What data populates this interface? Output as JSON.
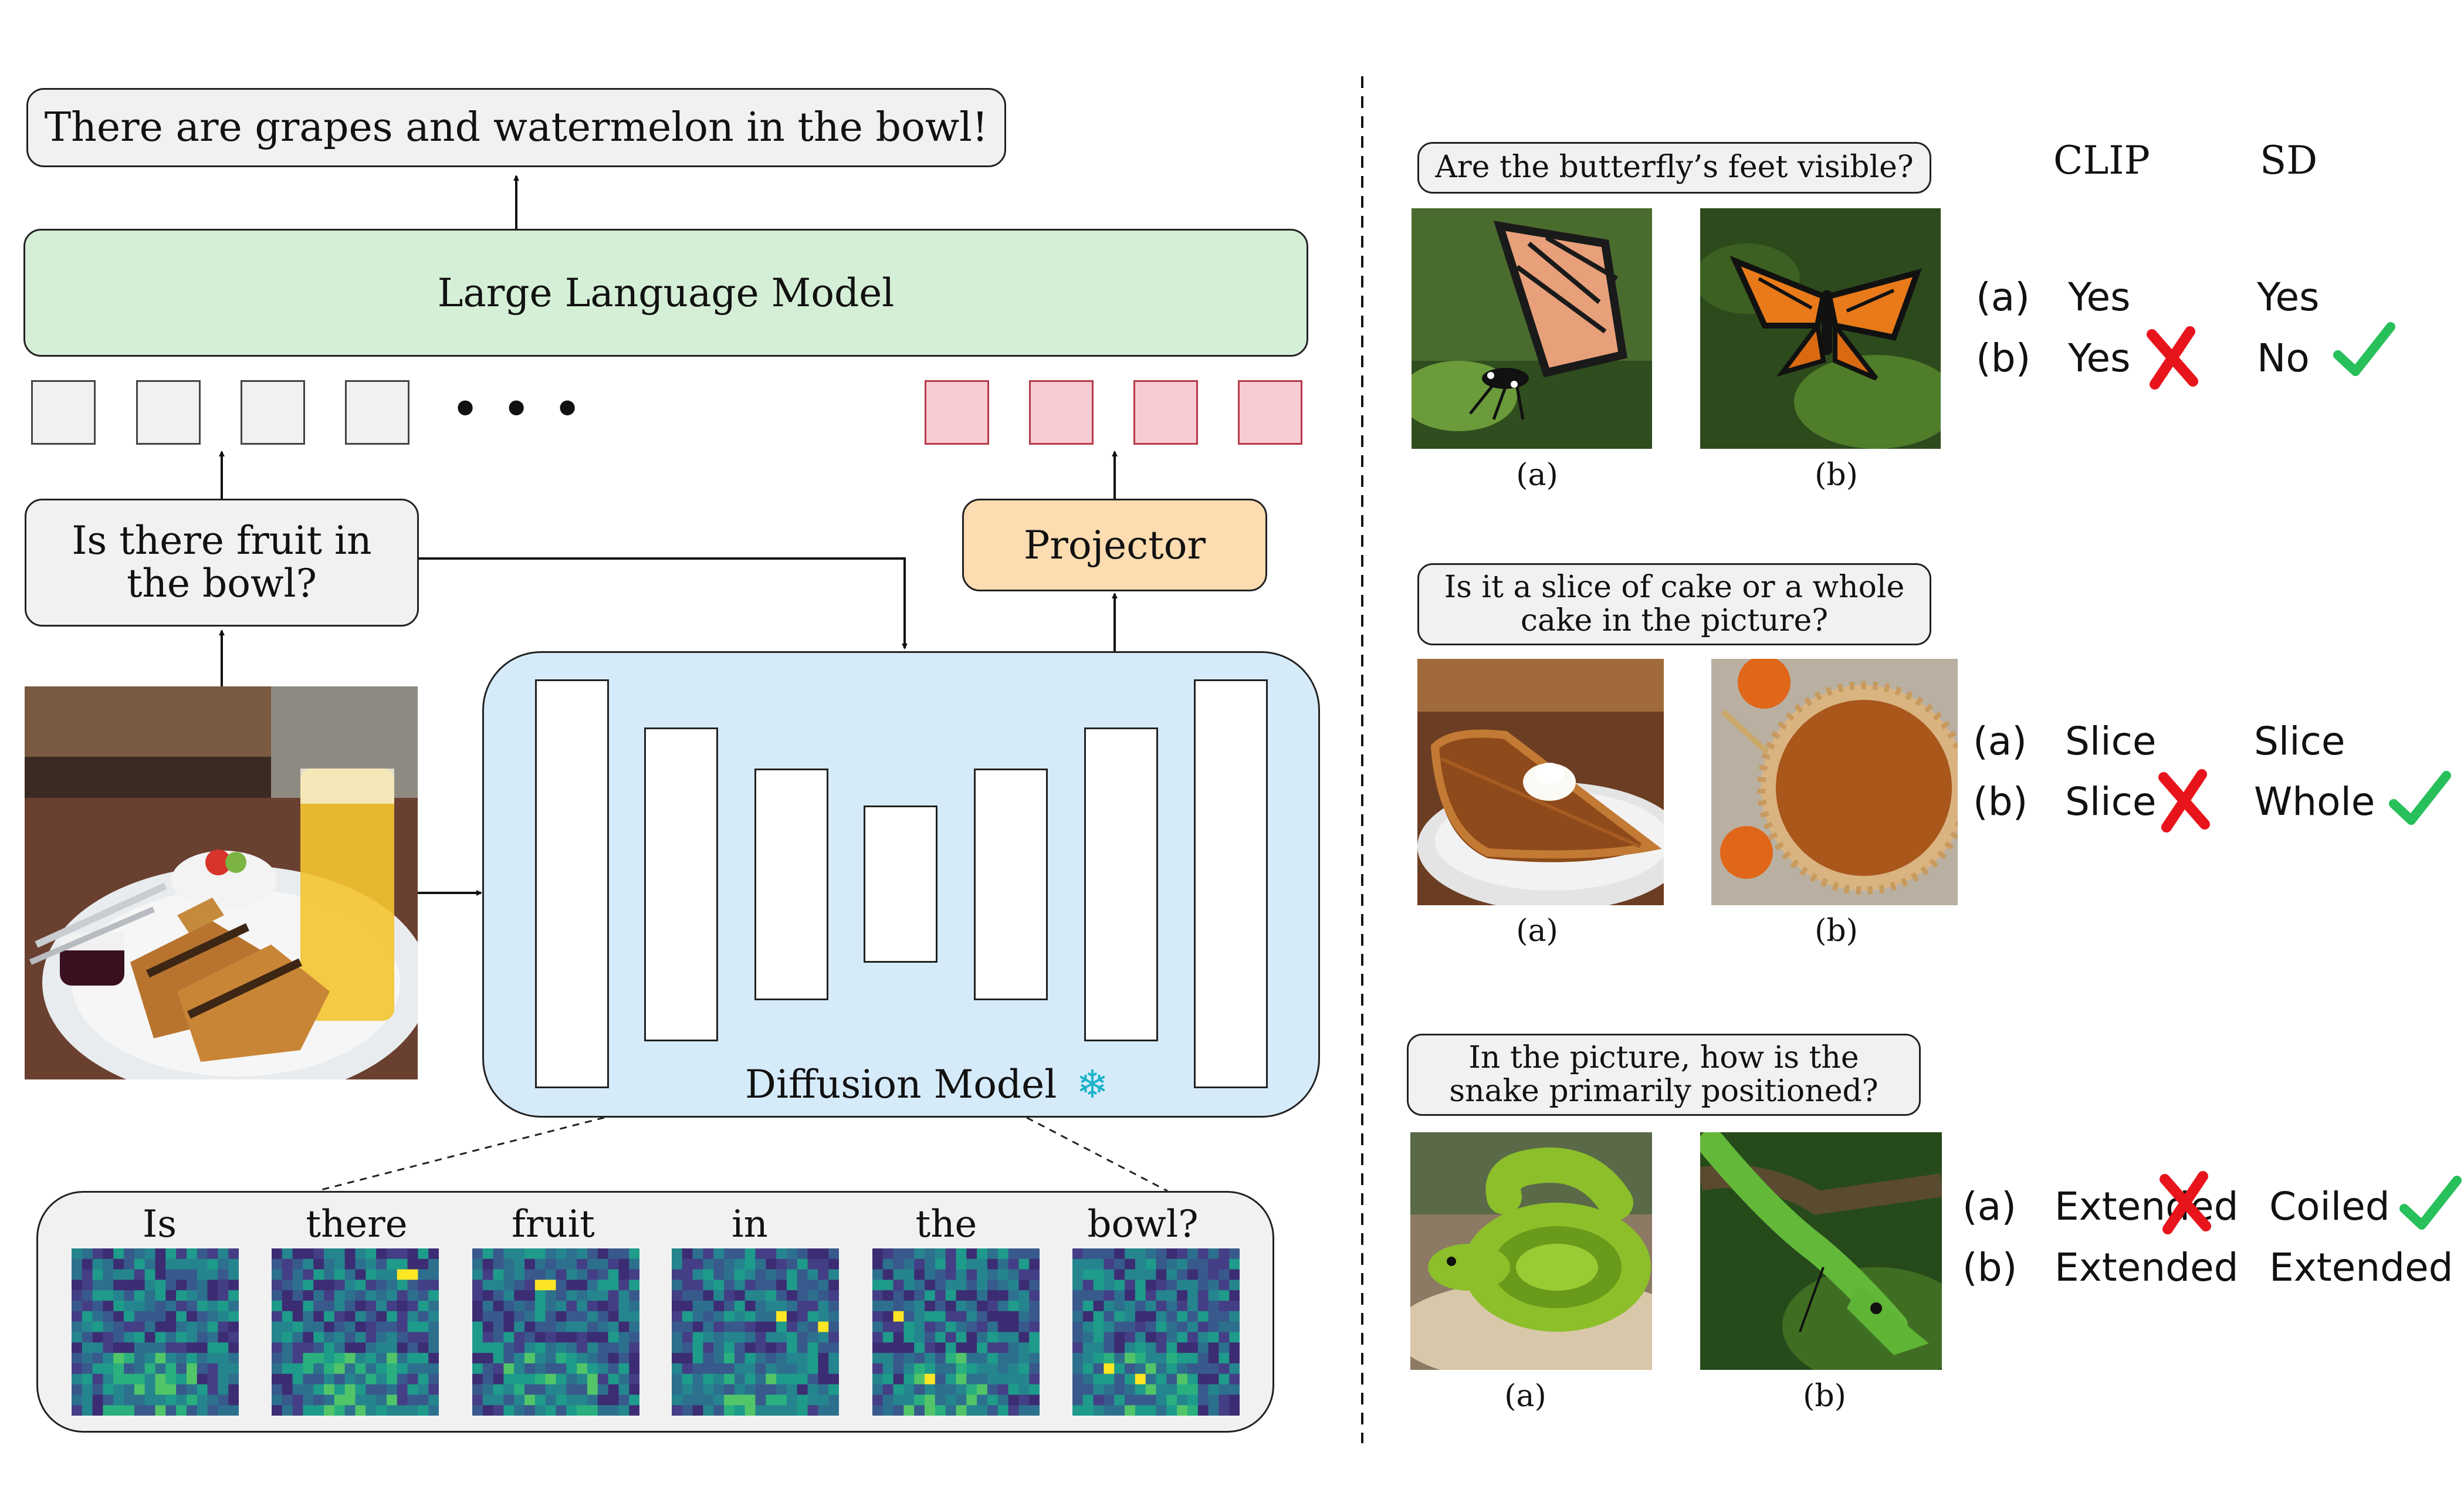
{
  "left": {
    "output_text": "There are grapes and watermelon in the bowl!",
    "llm_label": "Large Language Model",
    "ellipsis": "• • •",
    "question": "Is there fruit in the bowl?",
    "projector_label": "Projector",
    "diffusion_label": "Diffusion Model",
    "snowflake": "❄",
    "attention_words": [
      "Is",
      "there",
      "fruit",
      "in",
      "the",
      "bowl?"
    ]
  },
  "right": {
    "col_clip": "CLIP",
    "col_sd": "SD",
    "examples": [
      {
        "question": "Are the butterfly’s feet visible?",
        "cap_a": "(a)",
        "cap_b": "(b)",
        "row_a": {
          "label": "(a)",
          "clip": "Yes",
          "sd": "Yes"
        },
        "row_b": {
          "label": "(b)",
          "clip": "Yes",
          "sd": "No"
        }
      },
      {
        "question": "Is it a slice of cake or a whole cake in the picture?",
        "cap_a": "(a)",
        "cap_b": "(b)",
        "row_a": {
          "label": "(a)",
          "clip": "Slice",
          "sd": "Slice"
        },
        "row_b": {
          "label": "(b)",
          "clip": "Slice",
          "sd": "Whole"
        }
      },
      {
        "question": "In the picture, how is the snake primarily positioned?",
        "cap_a": "(a)",
        "cap_b": "(b)",
        "row_a": {
          "label": "(a)",
          "clip": "Extended",
          "sd": "Coiled"
        },
        "row_b": {
          "label": "(b)",
          "clip": "Extended",
          "sd": "Extended"
        }
      }
    ]
  },
  "colors": {
    "llm": "#d5efd6",
    "projector": "#fcdcb0",
    "diffusion": "#d6ebfa",
    "token_grey": "#f1f1f1",
    "token_pink": "#f9ccd4",
    "cross": "#e8141c",
    "check": "#28c05a",
    "snowflake": "#1ab3c9"
  }
}
